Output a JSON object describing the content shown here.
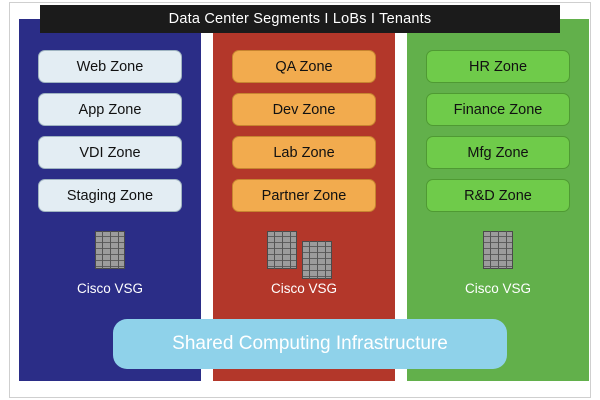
{
  "diagram": {
    "title": "Data Center Segments I LoBs I Tenants",
    "columns": [
      {
        "id": "blue",
        "color": "#2b2d87",
        "zone_color": "#e3edf3",
        "zones": [
          "Web Zone",
          "App Zone",
          "VDI Zone",
          "Staging Zone"
        ],
        "appliance_icon": "firewall-brick-icon",
        "appliance_label": "Cisco VSG"
      },
      {
        "id": "red",
        "color": "#b3372a",
        "zone_color": "#f2ab4e",
        "zones": [
          "QA Zone",
          "Dev Zone",
          "Lab Zone",
          "Partner Zone"
        ],
        "appliance_icon": "firewall-brick-icon",
        "appliance_label": "Cisco VSG"
      },
      {
        "id": "green",
        "color": "#62b04b",
        "zone_color": "#6fcb4a",
        "zones": [
          "HR Zone",
          "Finance Zone",
          "Mfg Zone",
          "R&D Zone"
        ],
        "appliance_icon": "firewall-brick-icon",
        "appliance_label": "Cisco VSG"
      }
    ],
    "footer_bar": {
      "label": "Shared Computing Infrastructure",
      "color": "#8fd2ea"
    }
  }
}
